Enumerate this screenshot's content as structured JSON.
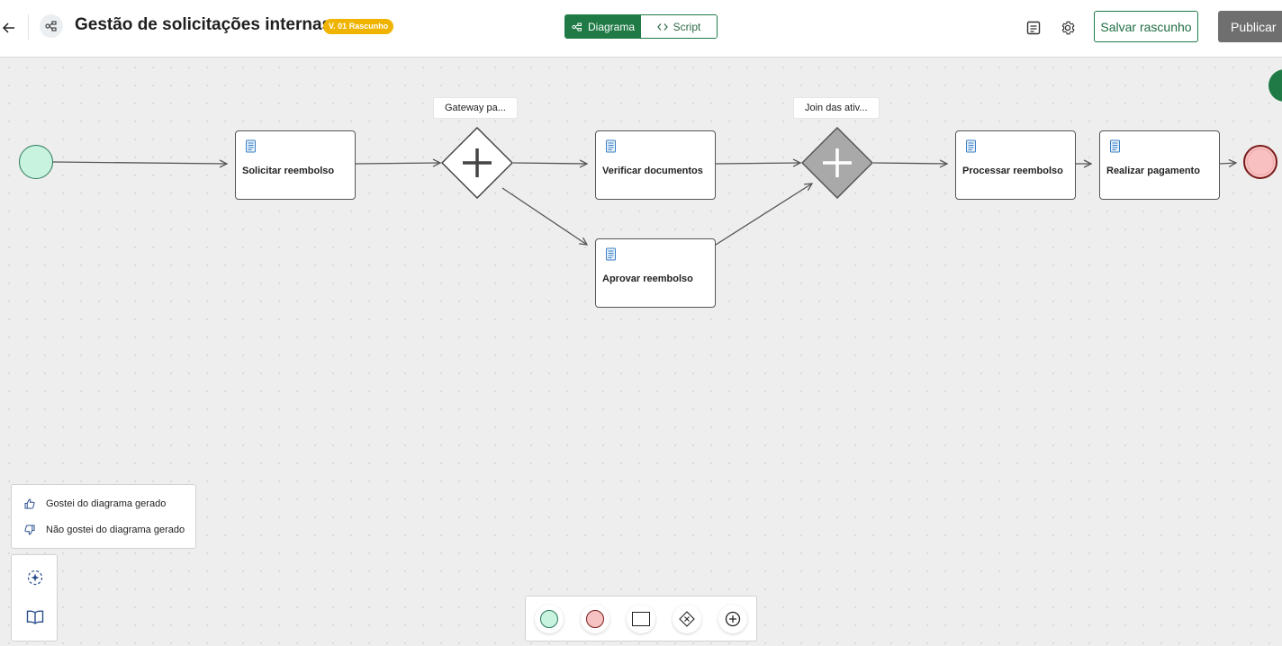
{
  "header": {
    "title": "Gestão de solicitações internas",
    "version_badge": "V. 01 Rascunho",
    "view_toggle": {
      "diagram_label": "Diagrama",
      "script_label": "Script",
      "active": "Diagrama"
    },
    "save_draft_label": "Salvar rascunho",
    "publish_label": "Publicar",
    "icons": {
      "back": "arrow-left-icon",
      "flow": "flow-icon",
      "notes": "document-icon",
      "settings": "gear-icon"
    }
  },
  "diagram": {
    "start_event": "start-event",
    "end_event": "end-event",
    "tasks": [
      {
        "id": "solicitar",
        "label": "Solicitar reembolso"
      },
      {
        "id": "verificar",
        "label": "Verificar documentos"
      },
      {
        "id": "aprovar",
        "label": "Aprovar reembolso"
      },
      {
        "id": "processar",
        "label": "Processar reembolso"
      },
      {
        "id": "pagamento",
        "label": "Realizar pagamento"
      }
    ],
    "gateways": [
      {
        "id": "gw1",
        "label": "Gateway pa...",
        "type": "parallel"
      },
      {
        "id": "gw2",
        "label": "Join das ativ...",
        "type": "parallel"
      }
    ]
  },
  "feedback": {
    "like_label": "Gostei do diagrama gerado",
    "dislike_label": "Não gostei do diagrama gerado"
  },
  "side_tools": {
    "ai_icon": "sparkle-icon",
    "docs_icon": "book-icon"
  },
  "palette": {
    "items": [
      "start-event-tool",
      "end-event-tool",
      "task-tool",
      "exclusive-gateway-tool",
      "parallel-gateway-tool"
    ]
  },
  "colors": {
    "primary": "#1f7a46",
    "badge": "#f0b400",
    "start_fill": "#c7f3df",
    "end_fill": "#f7c2c2",
    "publish_disabled": "#6f6f6f"
  }
}
